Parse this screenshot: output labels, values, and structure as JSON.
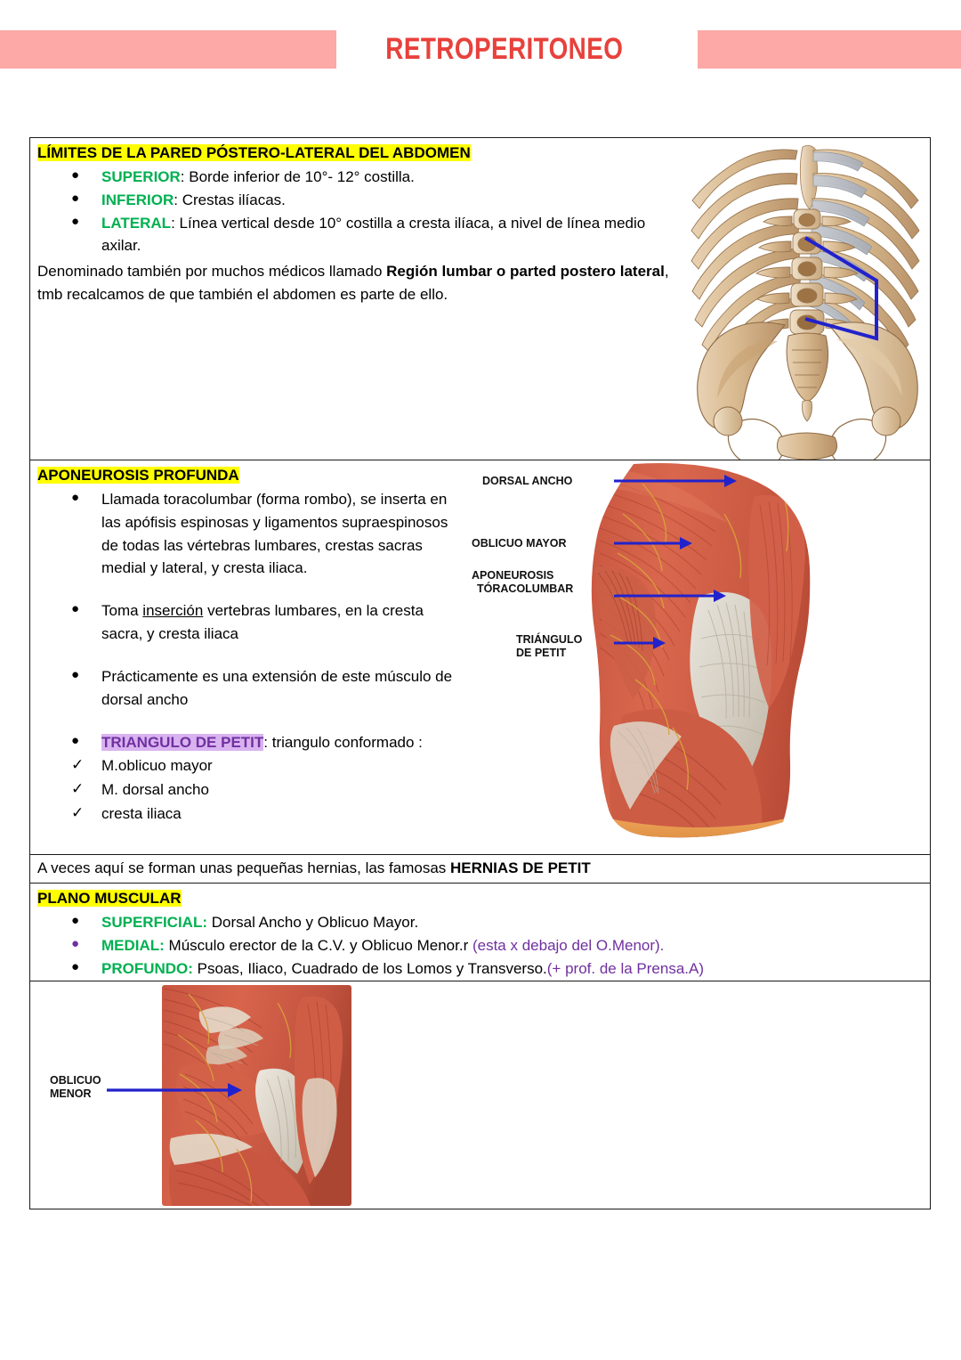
{
  "header": {
    "title": "RETROPERITONEO",
    "bar_color": "#FCA9A7",
    "title_color": "#E8413C"
  },
  "colors": {
    "highlight_yellow": "#FFFF00",
    "highlight_purple": "#D9B3F0",
    "label_green": "#00B050",
    "label_purple": "#7030A0",
    "arrow_blue": "#2222CC"
  },
  "sections": {
    "limites": {
      "heading": "LÍMITES DE LA PARED PÓSTERO-LATERAL DEL ABDOMEN",
      "bullets": [
        {
          "label": "SUPERIOR",
          "sep": ": ",
          "text": "Borde inferior de 10°- 12° costilla."
        },
        {
          "label": "INFERIOR",
          "sep": ": ",
          "text": "Crestas ilíacas."
        },
        {
          "label": "LATERAL",
          "sep": ": ",
          "text": "Línea vertical desde 10° costilla a cresta ilíaca, a nivel de línea medio axilar."
        }
      ],
      "paragraph_pre": "Denominado también por muchos médicos llamado ",
      "paragraph_bold": "Región lumbar o parted postero lateral",
      "paragraph_post": ", tmb recalcamos de que también el abdomen es parte de ello."
    },
    "aponeurosis": {
      "heading": "APONEUROSIS PROFUNDA",
      "bullet1": "Llamada toracolumbar (forma rombo), se inserta en las apófisis espinosas y ligamentos supraespinosos de todas las vértebras lumbares, crestas sacras medial y lateral, y cresta iliaca.",
      "bullet2_pre": "Toma ",
      "bullet2_uline": "inserción",
      "bullet2_post": " vertebras lumbares, en la cresta sacra, y cresta iliaca",
      "bullet3": "Prácticamente es una extensión de este músculo de dorsal ancho",
      "bullet4_label": "TRIANGULO DE PETIT",
      "bullet4_text": ": triangulo conformado :",
      "checks": [
        "M.oblicuo mayor",
        "M. dorsal ancho",
        "cresta iliaca"
      ],
      "image_labels": {
        "dorsal_ancho": "DORSAL ANCHO",
        "oblicuo_mayor": "OBLICUO MAYOR",
        "aponeurosis": "APONEUROSIS\nTÓRACOLUMBAR",
        "triangulo": "TRIÁNGULO\nDE PETIT"
      }
    },
    "hernias": {
      "text_pre": "A veces aquí se forman unas pequeñas hernias, las famosas ",
      "text_bold": "HERNIAS DE PETIT"
    },
    "plano_muscular": {
      "heading": "PLANO MUSCULAR",
      "bullets": [
        {
          "label": "SUPERFICIAL:",
          "text": " Dorsal Ancho y Oblicuo Mayor.",
          "note": "",
          "bullet_color": "black"
        },
        {
          "label": "MEDIAL:",
          "text": " Músculo erector de la C.V. y Oblicuo Menor.r ",
          "note": "(esta x debajo del O.Menor).",
          "bullet_color": "purple"
        },
        {
          "label": "PROFUNDO:",
          "text": " Psoas, Iliaco, Cuadrado de los Lomos y Transverso.",
          "note": "(+ prof. de la Prensa.A)",
          "bullet_color": "black"
        }
      ]
    },
    "bottom_image": {
      "label": "OBLICUO\nMENOR"
    }
  }
}
